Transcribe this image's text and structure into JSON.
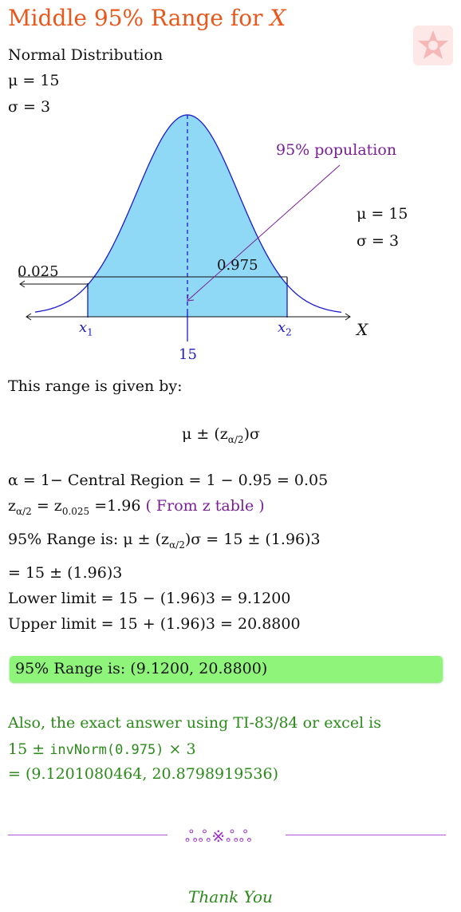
{
  "title": {
    "prefix": "Middle 95% Range for ",
    "variable": "X"
  },
  "intro": {
    "distribution": "Normal Distribution",
    "mu_line": "μ = 15",
    "sigma_line": "σ = 3"
  },
  "figure": {
    "population_label": "95% population",
    "mu_label": "μ = 15",
    "sigma_label": "σ = 3",
    "left_tail": "0.025",
    "upper_prob": "0.975",
    "x1_label": "x",
    "x1_sub": "1",
    "x2_label": "x",
    "x2_sub": "2",
    "axis_label": "X",
    "center_value": "15",
    "colors": {
      "fill": "#8fd8f6",
      "curve": "#1b1bd0",
      "arrow": "#7a1f96"
    }
  },
  "body": {
    "range_intro": "This range is given by:",
    "formula": "μ ± (z",
    "formula_sub": "α/2",
    "formula_end": ")σ",
    "alpha_line": "α = 1− Central Region = 1 − 0.95 = 0.05",
    "z_line_a": "z",
    "z_line_sub1": "α/2",
    "z_line_b": " = z",
    "z_line_sub2": "0.025",
    "z_line_c": " =1.96",
    "z_note": " ( From z table )",
    "range_line_a": "95% Range is:  μ ± (z",
    "range_line_sub": "α/2",
    "range_line_b": ")σ = 15 ± (1.96)3",
    "eq_line": "= 15 ± (1.96)3",
    "lower_line": "Lower limit = 15 − (1.96)3 = 9.1200",
    "upper_line": "Upper limit = 15 + (1.96)3 = 20.8800",
    "highlight": "95% Range is:  (9.1200, 20.8800)"
  },
  "exact": {
    "intro": "Also, the exact answer using TI-83/84 or excel is",
    "expr_a": "15 ± ",
    "expr_code": "invNorm(0.975)",
    "expr_b": " × 3",
    "result": "= (9.1201080464, 20.8798919536)"
  },
  "footer": {
    "ornament": "ஃஃ※ஃஃ",
    "thanks": "Thank You"
  }
}
